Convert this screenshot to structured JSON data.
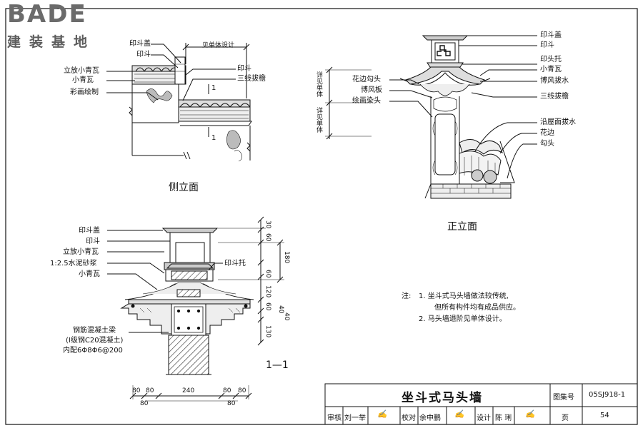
{
  "logo": {
    "name": "BADE",
    "sub": "建装基地"
  },
  "side": {
    "title": "侧立面",
    "labels": [
      "印斗盖",
      "印斗",
      "立放小青瓦",
      "小青瓦",
      "彩画绘制",
      "印斗",
      "三线拔檐"
    ],
    "dim": "见单体设计",
    "marks": [
      "1",
      "1"
    ]
  },
  "front": {
    "title": "正立面",
    "labels_right": [
      "印斗盖",
      "印斗",
      "印头托",
      "小青瓦",
      "博风拔水",
      "三线拔檐",
      "沿屋面拔水",
      "花边",
      "勾头"
    ],
    "labels_left": [
      "花边勾头",
      "博风板",
      "绘画染头"
    ],
    "vdims": [
      "详见单体",
      "详见单体"
    ]
  },
  "section": {
    "title": "1—1",
    "labels_left": [
      "印斗盖",
      "印斗",
      "立放小青瓦",
      "1:2.5水泥砂浆",
      "小青瓦"
    ],
    "label_right": "印斗托",
    "beam": [
      "钢筋混凝土梁",
      "(Ⅰ级钢C20混凝土)",
      "内配6Φ8Φ6@200"
    ],
    "vdims": [
      "30",
      "60",
      "180",
      "60",
      "120",
      "60",
      "40",
      "40",
      "130"
    ],
    "hdims_top": [
      "80",
      "80",
      "240",
      "80",
      "80"
    ],
    "hdims_bottom": [
      "80",
      "80"
    ]
  },
  "notes": {
    "head": "注:",
    "items": [
      "1.  坐斗式马头墙做法较传统,",
      "但所有构件均有成品供应。",
      "2.  马头墙退阶见单体设计。"
    ]
  },
  "titleblock": {
    "name": "坐斗式马头墙",
    "atlas_label": "图集号",
    "atlas_no": "05SJ918-1",
    "page_label": "页",
    "page_no": "54",
    "row": [
      "审核",
      "刘一举",
      "校对",
      "余中鹏",
      "设计",
      "陈 琍"
    ]
  }
}
